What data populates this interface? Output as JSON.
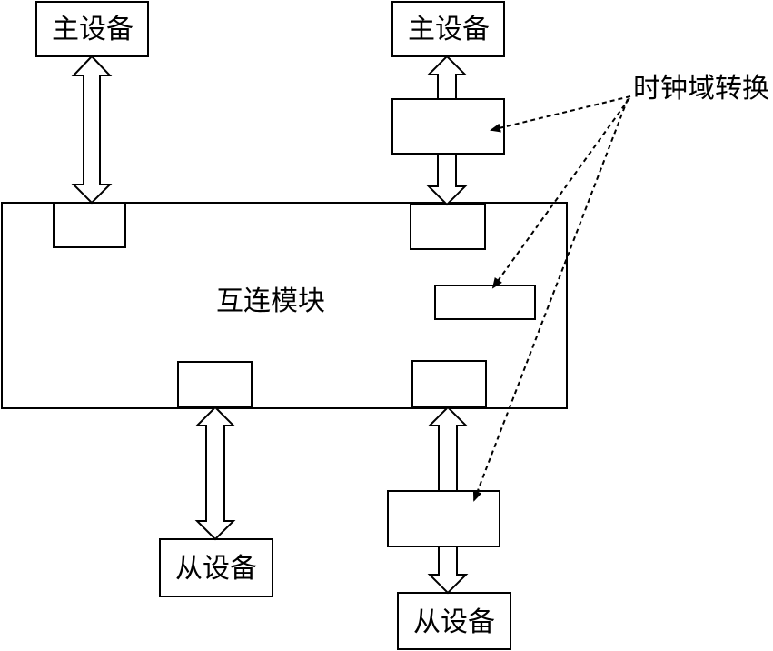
{
  "labels": {
    "master_device": "主设备",
    "slave_device": "从设备",
    "interconnect": "互连模块",
    "clock_domain_conversion": "时钟域转换"
  },
  "colors": {
    "stroke": "#000000",
    "fill": "#ffffff"
  }
}
